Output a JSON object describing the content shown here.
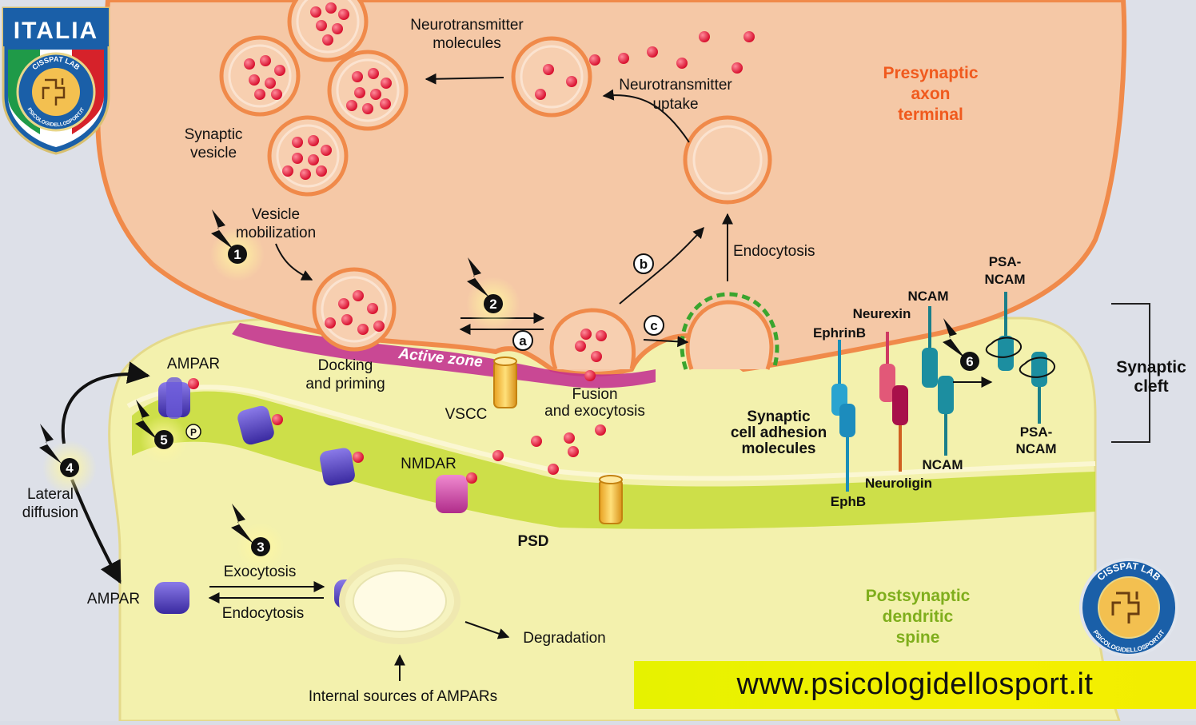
{
  "badge": {
    "country": "ITALIA",
    "lab": "CISSPAT LAB",
    "site": "PSICOLOGIDELLOSPORT.IT"
  },
  "logo": {
    "lab": "CISSPAT LAB",
    "site": "PSICOLOGIDELLOSPORT.IT"
  },
  "labels": {
    "neurotransmitter_molecules_1": "Neurotransmitter",
    "neurotransmitter_molecules_2": "molecules",
    "nt_uptake_1": "Neurotransmitter",
    "nt_uptake_2": "uptake",
    "presynaptic_1": "Presynaptic",
    "presynaptic_2": "axon",
    "presynaptic_3": "terminal",
    "synaptic_vesicle_1": "Synaptic",
    "synaptic_vesicle_2": "vesicle",
    "vesicle_mob_1": "Vesicle",
    "vesicle_mob_2": "mobilization",
    "endocytosis_top": "Endocytosis",
    "active_zone": "Active zone",
    "docking_1": "Docking",
    "docking_2": "and priming",
    "vscc": "VSCC",
    "fusion_1": "Fusion",
    "fusion_2": "and exocytosis",
    "ampar_top": "AMPAR",
    "p_mark": "P",
    "nmdar": "NMDAR",
    "lateral_1": "Lateral",
    "lateral_2": "diffusion",
    "psd": "PSD",
    "exocytosis": "Exocytosis",
    "endocytosis_bottom": "Endocytosis",
    "ampar_left": "AMPAR",
    "degradation": "Degradation",
    "internal_sources": "Internal sources of AMPARs",
    "postsynaptic_1": "Postsynaptic",
    "postsynaptic_2": "dendritic",
    "postsynaptic_3": "spine",
    "cam_1": "Synaptic",
    "cam_2": "cell adhesion",
    "cam_3": "molecules",
    "ephrinb": "EphrinB",
    "ephb": "EphB",
    "neurexin": "Neurexin",
    "neuroligin": "Neuroligin",
    "ncam_top": "NCAM",
    "ncam_bottom": "NCAM",
    "psa_ncam_top_1": "PSA-",
    "psa_ncam_top_2": "NCAM",
    "psa_ncam_bottom_1": "PSA-",
    "psa_ncam_bottom_2": "NCAM",
    "synaptic_cleft_1": "Synaptic",
    "synaptic_cleft_2": "cleft"
  },
  "steps": {
    "s1": "1",
    "s2": "2",
    "s3": "3",
    "s4": "4",
    "s5": "5",
    "s6": "6"
  },
  "pathways": {
    "a": "a",
    "b": "b",
    "c": "c"
  },
  "url": "www.psicologidellosport.it",
  "colors": {
    "presynaptic_fill": "#f6c7a2",
    "membrane": "#f08a4a",
    "postsynaptic_fill": "#eef0a8",
    "psd_band": "#c8dc3a",
    "label_orange": "#f05a1e",
    "label_green": "#7fae1c",
    "neurotransmitter": "#e0183a",
    "active_zone": "#c0248c",
    "banner": "#f2ee00"
  }
}
